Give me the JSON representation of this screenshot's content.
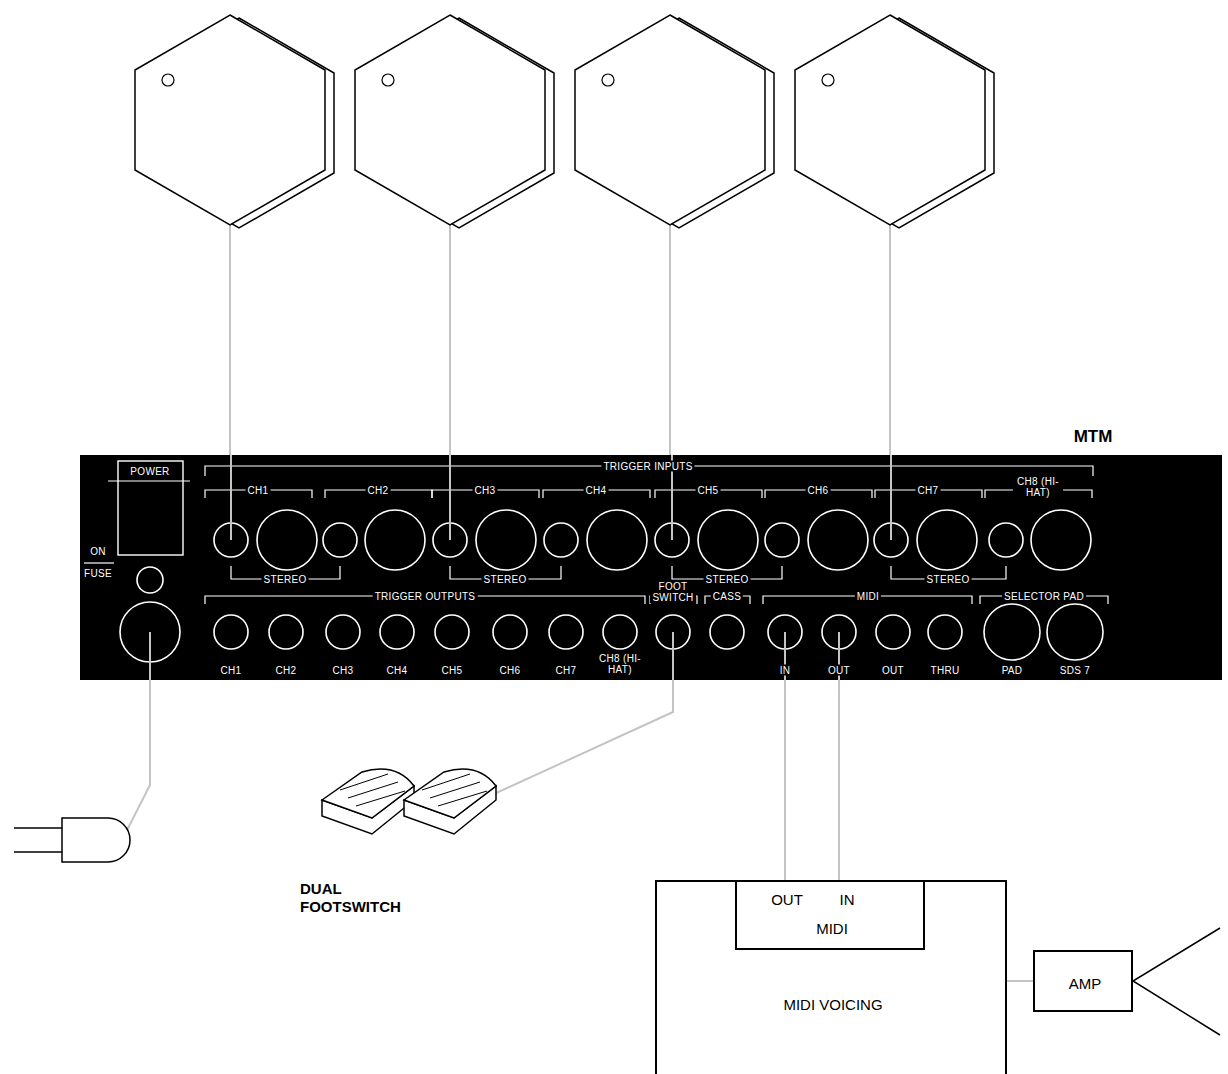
{
  "diagram": {
    "nodes": [
      {
        "text": [
          "MTM"
        ]
      },
      {
        "text": [
          "MIDI VOICING"
        ]
      },
      {
        "text": [
          "OUT",
          "IN",
          "MIDI"
        ],
        "in": 1
      },
      {
        "text": [
          "AMP"
        ]
      }
    ],
    "edges": [
      {
        "from": 0,
        "to": 2,
        "arrow": "none"
      },
      {
        "from": 0,
        "to": 2,
        "arrow": "none"
      },
      {
        "from": 1,
        "to": 3,
        "arrow": "none"
      }
    ],
    "labels": [
      "TRIGGER INPUTS",
      "CH1",
      "CH2",
      "CH3",
      "CH4",
      "CH5",
      "CH6",
      "CH7",
      "CH8 (HI-HAT)",
      "POWER",
      "ON",
      "FUSE",
      "STEREO",
      "STEREO",
      "STEREO",
      "STEREO",
      "TRIGGER OUTPUTS",
      "CH1",
      "CH2",
      "CH3",
      "CH4",
      "CH5",
      "CH6",
      "CH7",
      "CH8 (HI-HAT)",
      "FOOT SWITCH",
      "CASS",
      "MIDI",
      "IN",
      "OUT",
      "OUT",
      "THRU",
      "SELECTOR PAD",
      "PAD",
      "SDS 7",
      "DUAL FOOTSWITCH"
    ]
  }
}
